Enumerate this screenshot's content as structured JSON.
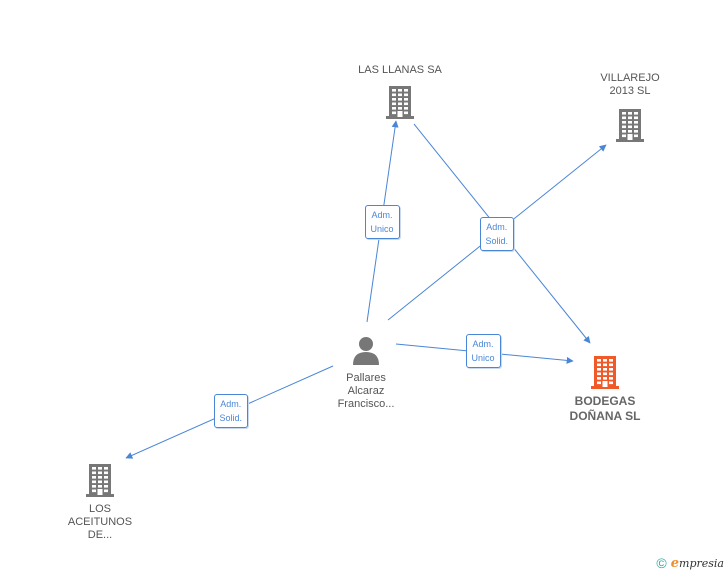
{
  "diagram": {
    "nodes": [
      {
        "id": "las_llanas",
        "type": "company",
        "color": "#777777",
        "lines": [
          "LAS LLANAS SA"
        ],
        "main": false
      },
      {
        "id": "villarejo",
        "type": "company",
        "color": "#777777",
        "lines": [
          "VILLAREJO",
          "2013  SL"
        ],
        "main": false
      },
      {
        "id": "bodegas",
        "type": "company",
        "color": "#f05a28",
        "lines": [
          "BODEGAS",
          "DOÑANA SL"
        ],
        "main": true
      },
      {
        "id": "pallares",
        "type": "person",
        "color": "#777777",
        "lines": [
          "Pallares",
          "Alcaraz",
          "Francisco..."
        ],
        "main": false
      },
      {
        "id": "aceitunos",
        "type": "company",
        "color": "#777777",
        "lines": [
          "LOS",
          "ACEITUNOS",
          "DE..."
        ],
        "main": false
      }
    ],
    "edges": [
      {
        "from": "pallares",
        "to": "las_llanas",
        "lines": [
          "Adm.",
          "Unico"
        ]
      },
      {
        "from": "pallares",
        "to": "villarejo",
        "lines": [
          "Adm.",
          "Solid."
        ]
      },
      {
        "from": "las_llanas",
        "to": "bodegas",
        "lines": []
      },
      {
        "from": "pallares",
        "to": "bodegas",
        "lines": [
          "Adm.",
          "Unico"
        ]
      },
      {
        "from": "pallares",
        "to": "aceitunos",
        "lines": [
          "Adm.",
          "Solid."
        ]
      }
    ],
    "edge_color": "#4a86d6"
  },
  "footer": {
    "copyright_symbol": "©",
    "brand_initial": "e",
    "brand_rest": "mpresia"
  }
}
